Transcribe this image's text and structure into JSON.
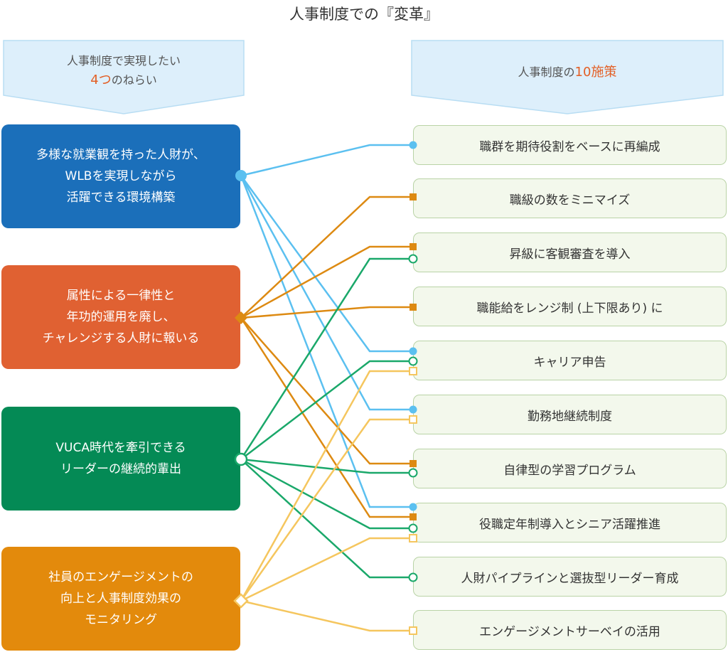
{
  "title": "人事制度での『変革』",
  "left_header": {
    "line1": "人事制度で実現したい",
    "line2_accent": "4つ",
    "line2_rest": "のねらい"
  },
  "right_header": {
    "prefix": "人事制度の",
    "accent": "10施策"
  },
  "goals": [
    {
      "lines": [
        "多様な就業観を持った人財が、",
        "WLBを実現しながら",
        "活躍できる環境構築"
      ],
      "color": "#1B6FBA",
      "marker_color": "#5BC0F0",
      "marker": "circle-filled"
    },
    {
      "lines": [
        "属性による一律性と",
        "年功的運用を廃し、",
        "チャレンジする人財に報いる"
      ],
      "color": "#E06132",
      "marker_color": "#DD8A12",
      "marker": "diamond-filled"
    },
    {
      "lines": [
        "VUCA時代を牽引できる",
        "リーダーの継続的輩出"
      ],
      "color": "#048A55",
      "marker_color": "#1AA86A",
      "marker": "circle-open"
    },
    {
      "lines": [
        "社員のエンゲージメントの",
        "向上と人事制度効果の",
        "モニタリング"
      ],
      "color": "#E38A0C",
      "marker_color": "#F5C65E",
      "marker": "diamond-open"
    }
  ],
  "measures": [
    "職群を期待役割をベースに再編成",
    "職級の数をミニマイズ",
    "昇級に客観審査を導入",
    "職能給をレンジ制 (上下限あり) に",
    "キャリア申告",
    "勤務地継続制度",
    "自律型の学習プログラム",
    "役職定年制導入とシニア活躍推進",
    "人財パイプラインと選抜型リーダー育成",
    "エンゲージメントサーベイの活用"
  ],
  "links": [
    {
      "goal": 0,
      "measures": [
        0,
        4,
        5,
        7
      ]
    },
    {
      "goal": 1,
      "measures": [
        1,
        2,
        3,
        6,
        7
      ]
    },
    {
      "goal": 2,
      "measures": [
        2,
        4,
        6,
        7,
        8
      ]
    },
    {
      "goal": 3,
      "measures": [
        4,
        5,
        7,
        9
      ]
    }
  ],
  "colors": {
    "banner_fill": "#DDEFFB",
    "banner_stroke": "#B8DDF3",
    "accent": "#E35F25",
    "measure_fill": "#F3F8EC",
    "measure_stroke": "#B9D3A6"
  }
}
